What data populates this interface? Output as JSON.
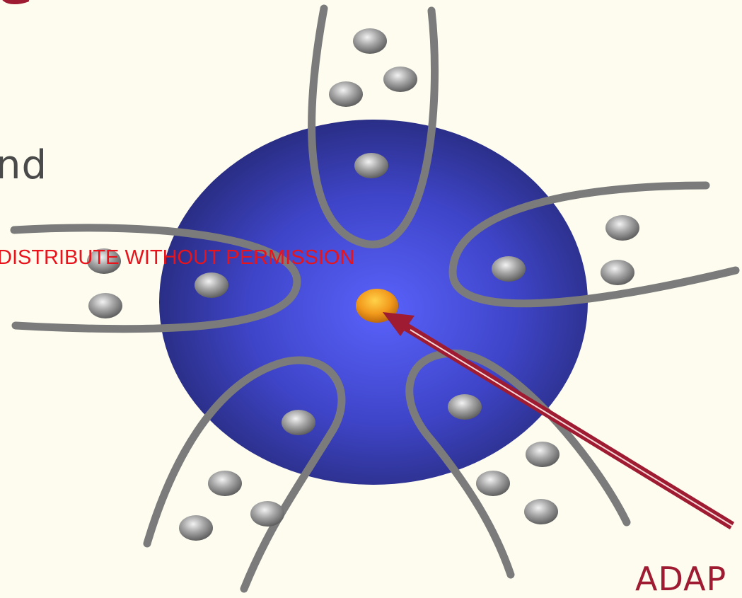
{
  "title_fragment": "e",
  "body_text_fragment": "nd",
  "watermark": "DISTRIBUTE WITHOUT PERMISSION",
  "arrow_label": "ADAP",
  "colors": {
    "background": "#fdfcef",
    "accent": "#9e1b32",
    "watermark": "#e8131b",
    "sphere_center": "#5560f5",
    "sphere_edge": "#2a2a80",
    "cavity_outline": "#7a7a7a",
    "ball": "#8f8f8f",
    "core": "#f0a020"
  }
}
